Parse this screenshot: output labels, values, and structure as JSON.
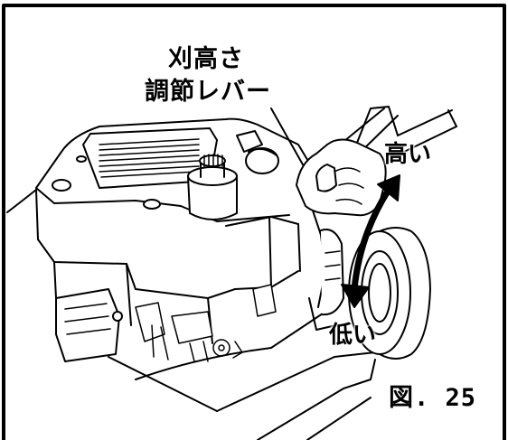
{
  "labels": {
    "lever_line1": "刈高さ",
    "lever_line2": "調節レバー",
    "high": "高い",
    "low": "低い",
    "figure_number": "図. 25"
  },
  "colors": {
    "ink": "#000000",
    "paper": "#ffffff"
  },
  "parts": {
    "engine": "engine-illustration",
    "wheel": "rear-wheel",
    "lever": "height-adjustment-lever",
    "hand": "operator-hand",
    "arrow": "double-headed-arrow"
  }
}
